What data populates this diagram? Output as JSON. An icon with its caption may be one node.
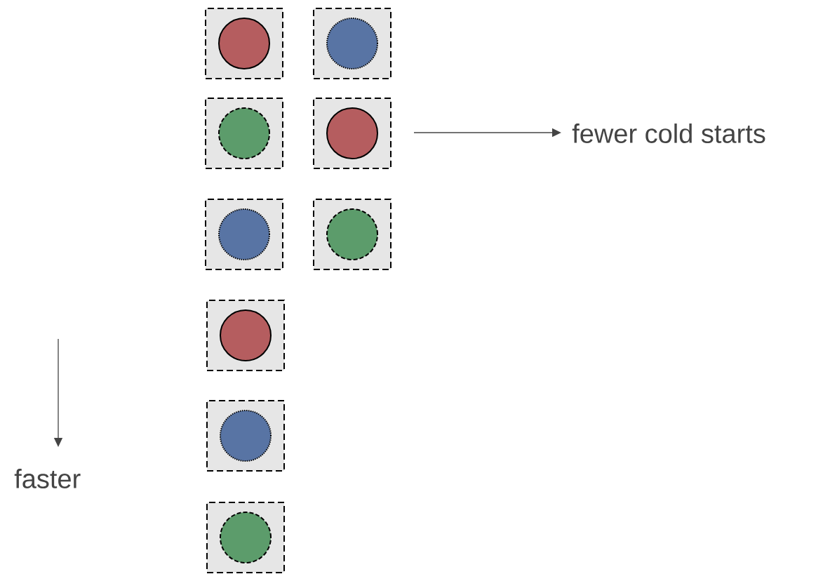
{
  "diagram": {
    "nodes": [
      {
        "text": [],
        "shape": "box"
      },
      {
        "text": [],
        "shape": "circle",
        "in": 0
      },
      {
        "text": [],
        "shape": "box"
      },
      {
        "text": [],
        "shape": "circle",
        "in": 2
      },
      {
        "text": [],
        "shape": "box"
      },
      {
        "text": [],
        "shape": "circle",
        "in": 4
      },
      {
        "text": [],
        "shape": "box"
      },
      {
        "text": [],
        "shape": "circle",
        "in": 6
      },
      {
        "text": [],
        "shape": "box"
      },
      {
        "text": [],
        "shape": "circle",
        "in": 8
      },
      {
        "text": [],
        "shape": "box"
      },
      {
        "text": [],
        "shape": "circle",
        "in": 10
      },
      {
        "text": [],
        "shape": "box"
      },
      {
        "text": [],
        "shape": "circle",
        "in": 12
      },
      {
        "text": [],
        "shape": "box"
      },
      {
        "text": [],
        "shape": "circle",
        "in": 14
      },
      {
        "text": [],
        "shape": "box"
      },
      {
        "text": [],
        "shape": "circle",
        "in": 16
      }
    ],
    "labels": [
      "fewer cold starts",
      "faster"
    ]
  }
}
